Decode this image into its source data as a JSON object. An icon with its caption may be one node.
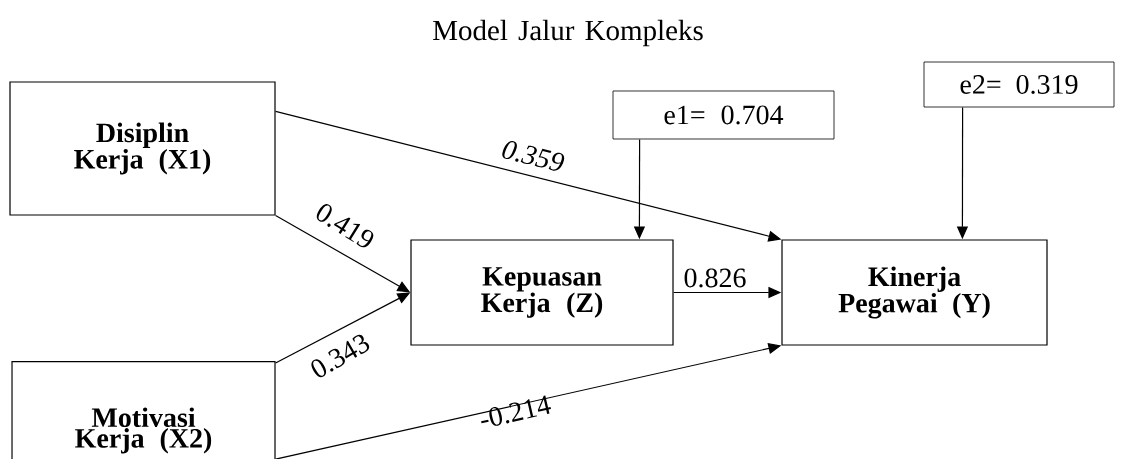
{
  "diagram": {
    "title": "Model Jalur Kompleks",
    "nodes": [
      {
        "text": [
          "Disiplin Kerja (X1)"
        ]
      },
      {
        "text": [
          "Motivasi Kerja (X2)"
        ]
      },
      {
        "text": [
          "Kepuasan Kerja (Z)"
        ]
      },
      {
        "text": [
          "Kinerja Pegawai (Y)"
        ]
      },
      {
        "text": [
          "e1= 0.704"
        ]
      },
      {
        "text": [
          "e2= 0.319"
        ]
      }
    ],
    "edges": [
      {
        "from": 0,
        "to": 3,
        "arrow": "to",
        "label": "0.359"
      },
      {
        "from": 0,
        "to": 2,
        "arrow": "to",
        "label": "0.419"
      },
      {
        "from": 1,
        "to": 2,
        "arrow": "to",
        "label": "0.343"
      },
      {
        "from": 1,
        "to": 3,
        "arrow": "to",
        "label": "-0.214"
      },
      {
        "from": 2,
        "to": 3,
        "arrow": "to",
        "label": "0.826"
      },
      {
        "from": 4,
        "to": 2,
        "arrow": "to"
      },
      {
        "from": 5,
        "to": 3,
        "arrow": "to"
      }
    ]
  }
}
